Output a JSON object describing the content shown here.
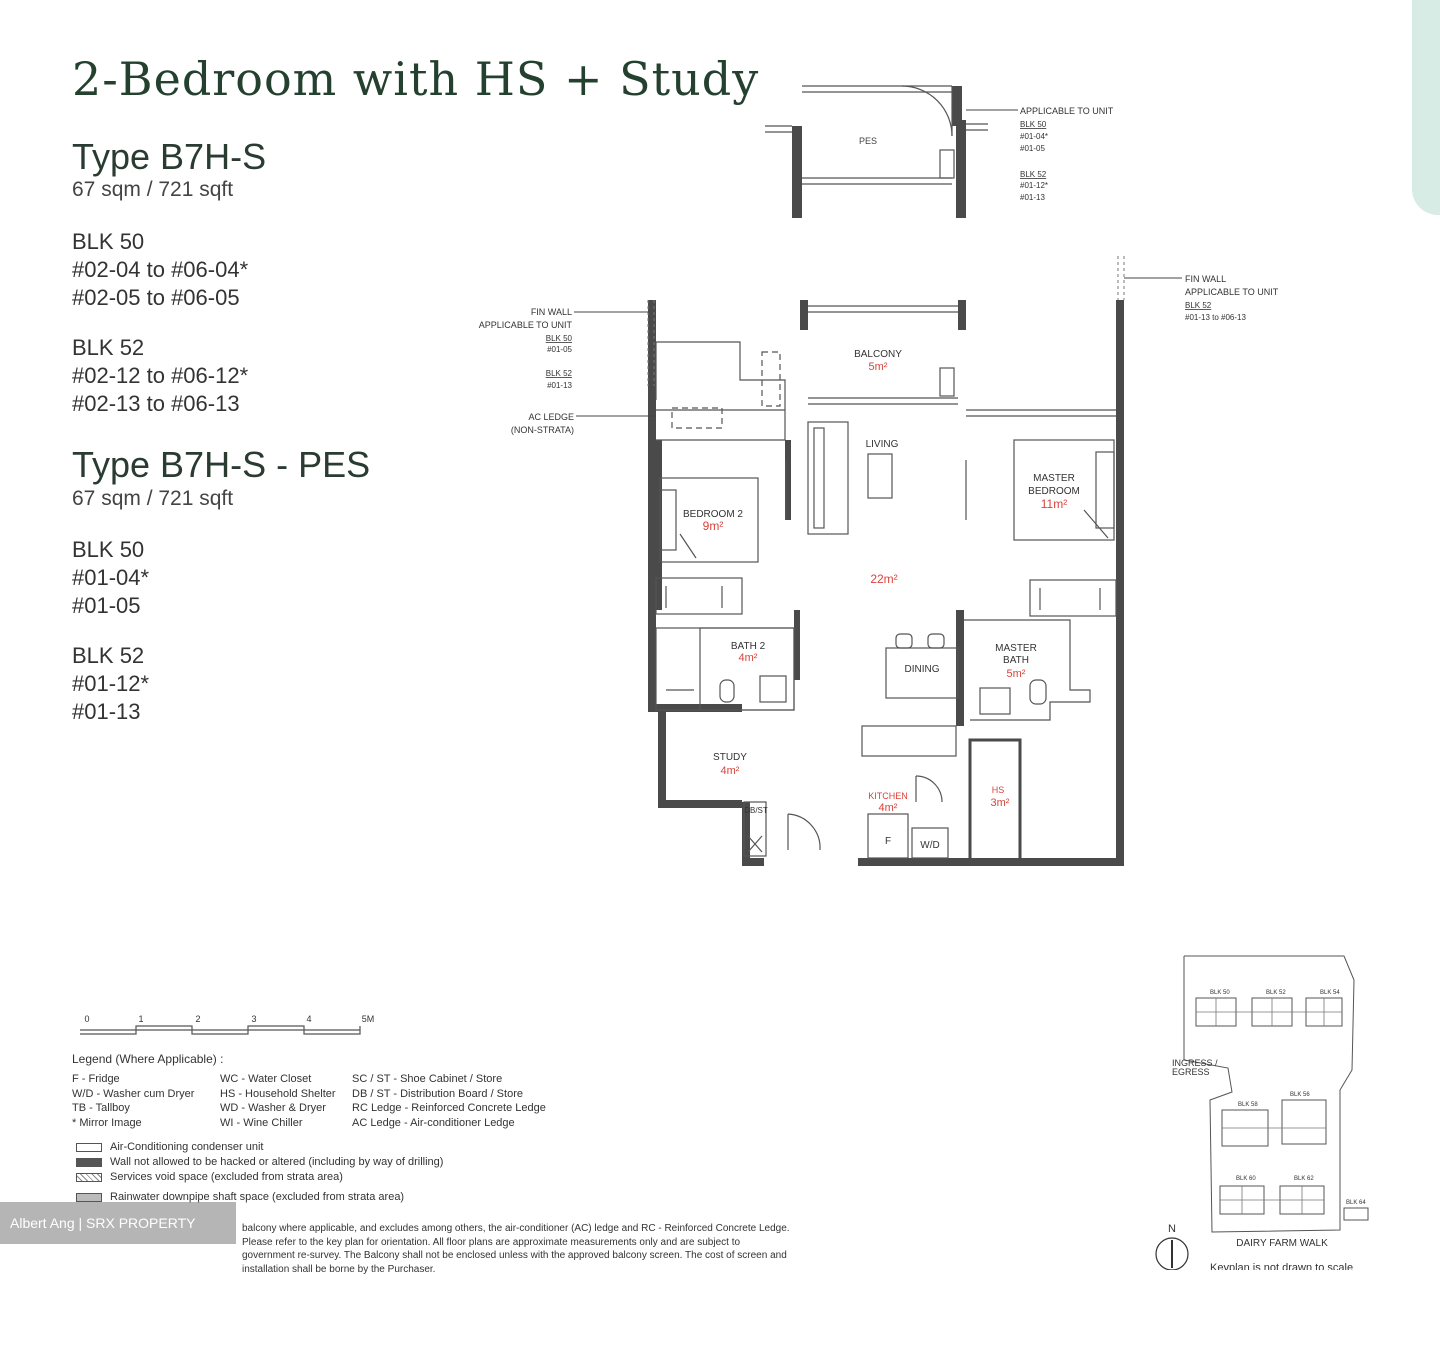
{
  "heading": "2-Bedroom with HS + Study",
  "type1": {
    "name": "Type B7H-S",
    "area": "67 sqm / 721 sqft",
    "blk50": {
      "label": "BLK 50",
      "units": [
        "#02-04 to #06-04*",
        "#02-05 to #06-05"
      ]
    },
    "blk52": {
      "label": "BLK 52",
      "units": [
        "#02-12 to #06-12*",
        "#02-13 to #06-13"
      ]
    }
  },
  "type2": {
    "name": "Type B7H-S - PES",
    "area": "67 sqm / 721 sqft",
    "blk50": {
      "label": "BLK 50",
      "units": [
        "#01-04*",
        "#01-05"
      ]
    },
    "blk52": {
      "label": "BLK 52",
      "units": [
        "#01-12*",
        "#01-13"
      ]
    }
  },
  "plan": {
    "pes": "PES",
    "balcony": "BALCONY",
    "balcony_area": "5m²",
    "living": "LIVING",
    "living_area": "22m²",
    "master_bedroom_1": "MASTER",
    "master_bedroom_2": "BEDROOM",
    "master_bedroom_area": "11m²",
    "bedroom2": "BEDROOM 2",
    "bedroom2_area": "9m²",
    "bath2": "BATH 2",
    "bath2_area": "4m²",
    "master_bath_1": "MASTER",
    "master_bath_2": "BATH",
    "master_bath_area": "5m²",
    "dining": "DINING",
    "study": "STUDY",
    "study_area": "4m²",
    "kitchen": "KITCHEN",
    "kitchen_area": "4m²",
    "hs": "HS",
    "hs_area": "3m²",
    "fridge": "F",
    "washer": "W/D",
    "db": "DB/ST",
    "callouts": {
      "pes_unit": [
        "APPLICABLE TO UNIT",
        "BLK 50",
        "#01-04*",
        "#01-05",
        "BLK 52",
        "#01-12*",
        "#01-13"
      ],
      "fin_wall_right": [
        "FIN WALL",
        "APPLICABLE TO UNIT",
        "BLK 52",
        "#01-13 to #06-13"
      ],
      "fin_wall_left": [
        "FIN WALL",
        "APPLICABLE TO UNIT",
        "BLK 50",
        "#01-05",
        "BLK 52",
        "#01-13"
      ],
      "ac_ledge": [
        "AC LEDGE",
        "(NON-STRATA)"
      ]
    }
  },
  "scale": {
    "ticks": [
      "0",
      "1",
      "2",
      "3",
      "4",
      "5M"
    ]
  },
  "legend": {
    "heading": "Legend (Where Applicable) :",
    "col1": [
      "F - Fridge",
      "W/D - Washer cum Dryer",
      "TB - Tallboy",
      "* Mirror Image"
    ],
    "col2": [
      "WC - Water Closet",
      "HS - Household Shelter",
      "WD - Washer & Dryer",
      "WI - Wine Chiller"
    ],
    "col3": [
      "SC / ST - Shoe Cabinet / Store",
      "DB / ST - Distribution Board / Store",
      "RC Ledge - Reinforced Concrete Ledge",
      "AC Ledge - Air-conditioner Ledge"
    ],
    "symbols": [
      "Air-Conditioning condenser unit",
      "Wall not allowed to be hacked or altered (including by way of drilling)",
      "Services void space (excluded from strata area)",
      "Rainwater downpipe shaft space (excluded from strata area)"
    ]
  },
  "note": "balcony where applicable, and excludes among others, the air-conditioner (AC) ledge and RC - Reinforced Concrete Ledge. Please refer to the key plan for orientation. All floor plans are approximate measurements only and are subject to government re-survey. The Balcony shall not be enclosed unless with the approved balcony screen. The cost of screen and installation shall be borne by the Purchaser.",
  "watermark": "Albert Ang | SRX PROPERTY",
  "keyplan": {
    "blocks_top": [
      "BLK 50",
      "BLK 52",
      "BLK 54"
    ],
    "ingress": [
      "INGRESS /",
      "EGRESS"
    ],
    "blocks_mid": [
      "BLK 58",
      "BLK 56"
    ],
    "blocks_low": [
      "BLK 60",
      "BLK 62",
      "BLK 64"
    ],
    "road": "DAIRY FARM WALK",
    "north": "N",
    "note": "Keyplan is not drawn to scale"
  },
  "colors": {
    "title": "#24402f",
    "accent_red": "#d9433b",
    "wall": "#4a4a4a",
    "tab": "#d6ece4"
  }
}
